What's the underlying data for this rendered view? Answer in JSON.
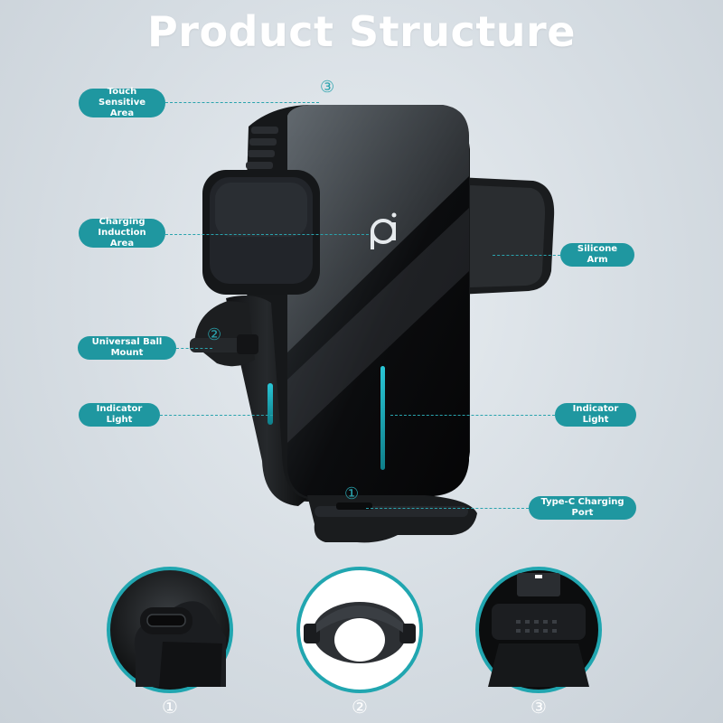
{
  "title": "Product Structure",
  "callouts": {
    "touch": "Touch Sensitive Area",
    "charging": "Charging Induction Area",
    "ball": "Universal Ball Mount",
    "indicator_left": "Indicator Light",
    "silicone": "Silicone Arm",
    "indicator_right": "Indicator Light",
    "typec": "Type-C Charging Port"
  },
  "markers": {
    "m1": "①",
    "m2": "②",
    "m3": "③"
  },
  "details": {
    "d1": "①",
    "d2": "②",
    "d3": "③"
  },
  "colors": {
    "accent": "#1f97a0",
    "accent_light": "#2aa3ad"
  }
}
